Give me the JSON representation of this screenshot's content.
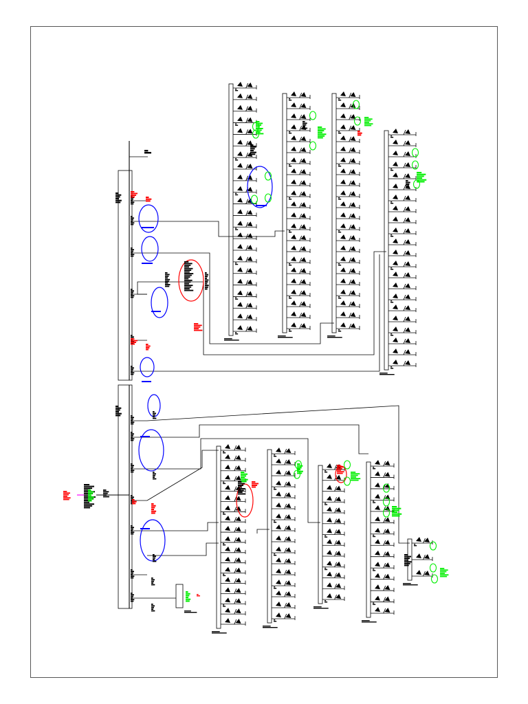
{
  "document": {
    "type": "single-line electrical schematic drawing (rotated sheet)",
    "colors": {
      "line": "#000000",
      "frame": "#555555",
      "revision_red": "#ff0000",
      "revision_blue": "#0000ff",
      "note_green": "#00ee00",
      "accent_magenta": "#ff00ff"
    }
  },
  "schematic": {
    "upper_section": {
      "panels": [
        {
          "id": "panel-u1",
          "breaker_rows": 22
        },
        {
          "id": "panel-u2",
          "breaker_rows": 22
        },
        {
          "id": "panel-u3",
          "breaker_rows": 22
        },
        {
          "id": "panel-u4",
          "breaker_rows": 22
        }
      ]
    },
    "lower_section": {
      "panels": [
        {
          "id": "panel-l1",
          "breaker_rows": 18
        },
        {
          "id": "panel-l2",
          "breaker_rows": 16
        },
        {
          "id": "panel-l3",
          "breaker_rows": 13
        },
        {
          "id": "panel-l4",
          "breaker_rows": 14
        },
        {
          "id": "panel-l5",
          "breaker_rows": 3
        }
      ]
    }
  }
}
